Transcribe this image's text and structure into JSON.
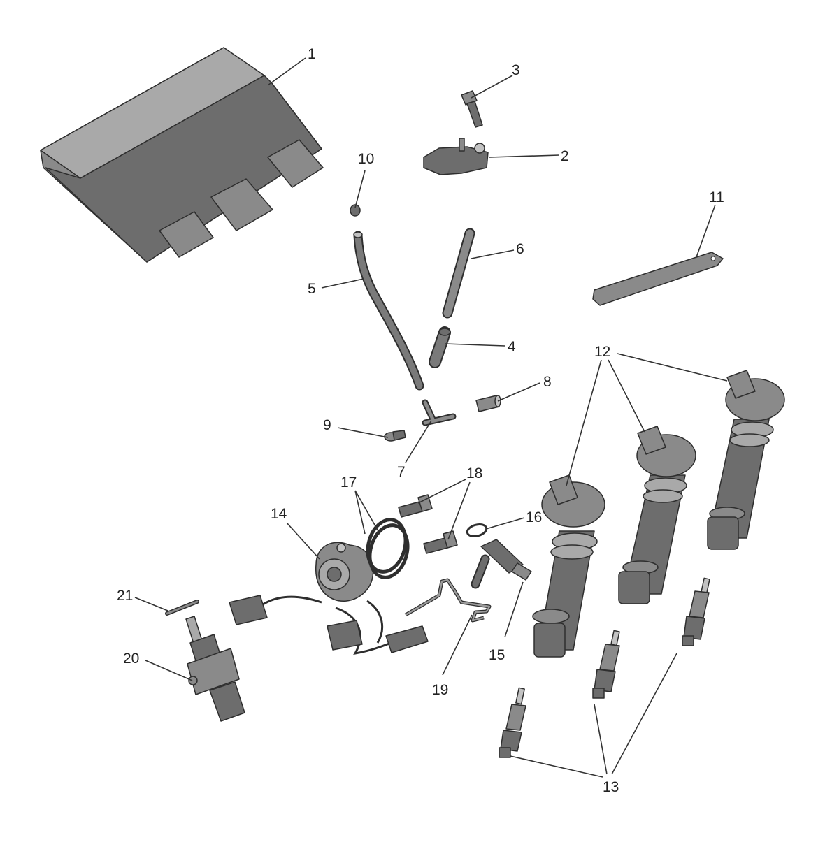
{
  "diagram": {
    "callouts": [
      {
        "id": "1",
        "text": "1",
        "part": "engine-control-module"
      },
      {
        "id": "2",
        "text": "2",
        "part": "map-sensor"
      },
      {
        "id": "3",
        "text": "3",
        "part": "sensor-screw"
      },
      {
        "id": "4",
        "text": "4",
        "part": "short-hose"
      },
      {
        "id": "5",
        "text": "5",
        "part": "bent-vacuum-line"
      },
      {
        "id": "6",
        "text": "6",
        "part": "straight-hose"
      },
      {
        "id": "7",
        "text": "7",
        "part": "t-fitting"
      },
      {
        "id": "8",
        "text": "8",
        "part": "hose-sleeve"
      },
      {
        "id": "9",
        "text": "9",
        "part": "small-screw"
      },
      {
        "id": "10",
        "text": "10",
        "part": "cap-plug"
      },
      {
        "id": "11",
        "text": "11",
        "part": "mounting-strap"
      },
      {
        "id": "12",
        "text": "12",
        "part": "ignition-coil"
      },
      {
        "id": "13",
        "text": "13",
        "part": "spark-plug"
      },
      {
        "id": "14",
        "text": "14",
        "part": "throttle-position-sensor"
      },
      {
        "id": "15",
        "text": "15",
        "part": "temperature-sensor"
      },
      {
        "id": "16",
        "text": "16",
        "part": "o-ring-small"
      },
      {
        "id": "17",
        "text": "17",
        "part": "o-ring-large"
      },
      {
        "id": "18",
        "text": "18",
        "part": "sensor-bolt"
      },
      {
        "id": "19",
        "text": "19",
        "part": "wire-clip"
      },
      {
        "id": "20",
        "text": "20",
        "part": "coolant-temperature-sensor"
      },
      {
        "id": "21",
        "text": "21",
        "part": "retaining-pin"
      }
    ]
  },
  "colors": {
    "part_dark": "#6d6d6d",
    "part_mid": "#8a8a8a",
    "part_light": "#a9a9a9",
    "outline": "#2e2e2e",
    "leader": "#333333"
  }
}
